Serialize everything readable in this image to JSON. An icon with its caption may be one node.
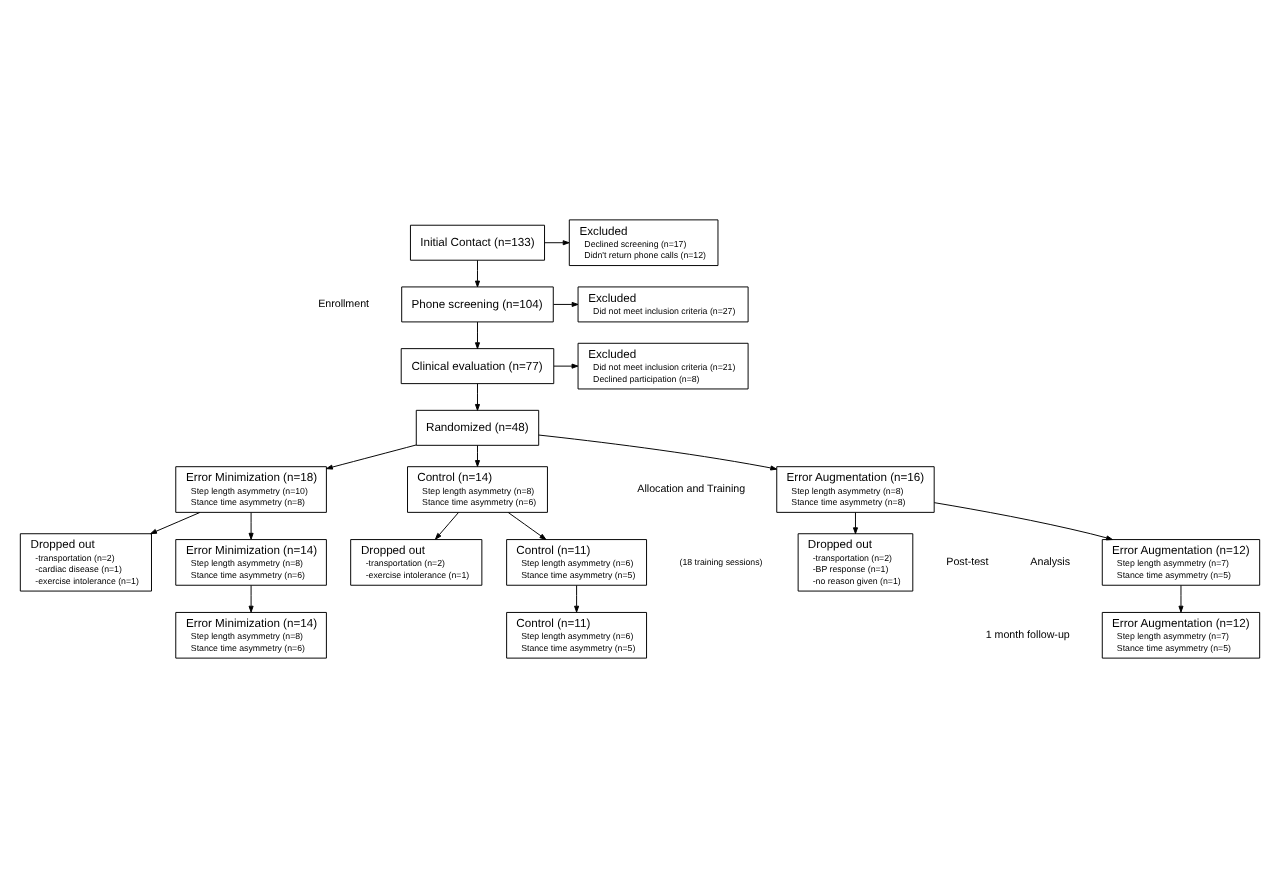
{
  "diagram": {
    "nodes": [
      {
        "text": [
          "Initial Contact (n=133)"
        ]
      },
      {
        "text": [
          "Excluded",
          "Declined screening (n=17)",
          "Didn't return phone calls (n=12)"
        ]
      },
      {
        "text": [
          "Phone screening (n=104)"
        ]
      },
      {
        "text": [
          "Excluded",
          "Did not meet inclusion criteria (n=27)"
        ]
      },
      {
        "text": [
          "Clinical evaluation (n=77)"
        ]
      },
      {
        "text": [
          "Excluded",
          "Did not meet inclusion criteria (n=21)",
          "Declined participation (n=8)"
        ]
      },
      {
        "text": [
          "Randomized (n=48)"
        ]
      },
      {
        "text": [
          "Error Augmentation (n=16)",
          "Step length asymmetry (n=8)",
          "Stance time asymmetry (n=8)"
        ]
      },
      {
        "text": [
          "Error Minimization (n=18)",
          "Step length asymmetry (n=10)",
          "Stance time asymmetry (n=8)"
        ]
      },
      {
        "text": [
          "Control (n=14)",
          "Step length asymmetry (n=8)",
          "Stance time asymmetry (n=6)"
        ]
      },
      {
        "text": [
          "Dropped out",
          "-transportation (n=2)",
          "-BP response (n=1)",
          "-no reason given (n=1)"
        ]
      },
      {
        "text": [
          "Dropped out",
          "-transportation (n=2)",
          "-cardiac disease (n=1)",
          "-exercise intolerance (n=1)"
        ]
      },
      {
        "text": [
          "Dropped out",
          "-transportation (n=2)",
          "-exercise intolerance (n=1)"
        ]
      },
      {
        "text": [
          "Error Augmentation (n=12)",
          "Step length asymmetry (n=7)",
          "Stance time asymmetry (n=5)"
        ]
      },
      {
        "text": [
          "Error Minimization (n=14)",
          "Step length asymmetry (n=8)",
          "Stance time asymmetry (n=6)"
        ]
      },
      {
        "text": [
          "Control (n=11)",
          "Step length asymmetry (n=6)",
          "Stance time asymmetry (n=5)"
        ]
      },
      {
        "text": [
          "Error Augmentation (n=12)",
          "Step length asymmetry (n=7)",
          "Stance time asymmetry (n=5)"
        ]
      },
      {
        "text": [
          "Error Minimization (n=14)",
          "Step length asymmetry (n=8)",
          "Stance time asymmetry (n=6)"
        ]
      },
      {
        "text": [
          "Control (n=11)",
          "Step length asymmetry (n=6)",
          "Stance time asymmetry (n=5)"
        ]
      }
    ],
    "edges": [
      {
        "from": 0,
        "to": 2,
        "arrow": "to"
      },
      {
        "from": 0,
        "to": 1,
        "arrow": "to"
      },
      {
        "from": 2,
        "to": 4,
        "arrow": "to"
      },
      {
        "from": 2,
        "to": 3,
        "arrow": "to"
      },
      {
        "from": 4,
        "to": 6,
        "arrow": "to"
      },
      {
        "from": 4,
        "to": 5,
        "arrow": "to"
      },
      {
        "from": 6,
        "to": 7,
        "arrow": "to"
      },
      {
        "from": 6,
        "to": 8,
        "arrow": "to"
      },
      {
        "from": 6,
        "to": 9,
        "arrow": "to"
      },
      {
        "from": 7,
        "to": 10,
        "arrow": "to"
      },
      {
        "from": 7,
        "to": 13,
        "arrow": "to"
      },
      {
        "from": 8,
        "to": 11,
        "arrow": "to"
      },
      {
        "from": 8,
        "to": 14,
        "arrow": "to"
      },
      {
        "from": 9,
        "to": 12,
        "arrow": "to"
      },
      {
        "from": 9,
        "to": 15,
        "arrow": "to"
      },
      {
        "from": 13,
        "to": 16,
        "arrow": "to"
      },
      {
        "from": 14,
        "to": 17,
        "arrow": "to"
      },
      {
        "from": 15,
        "to": 18,
        "arrow": "to"
      }
    ],
    "labels": [
      "Enrollment",
      "Allocation and Training",
      "(18 training sessions)",
      "Post-test",
      "Analysis",
      "1 month follow-up"
    ]
  }
}
